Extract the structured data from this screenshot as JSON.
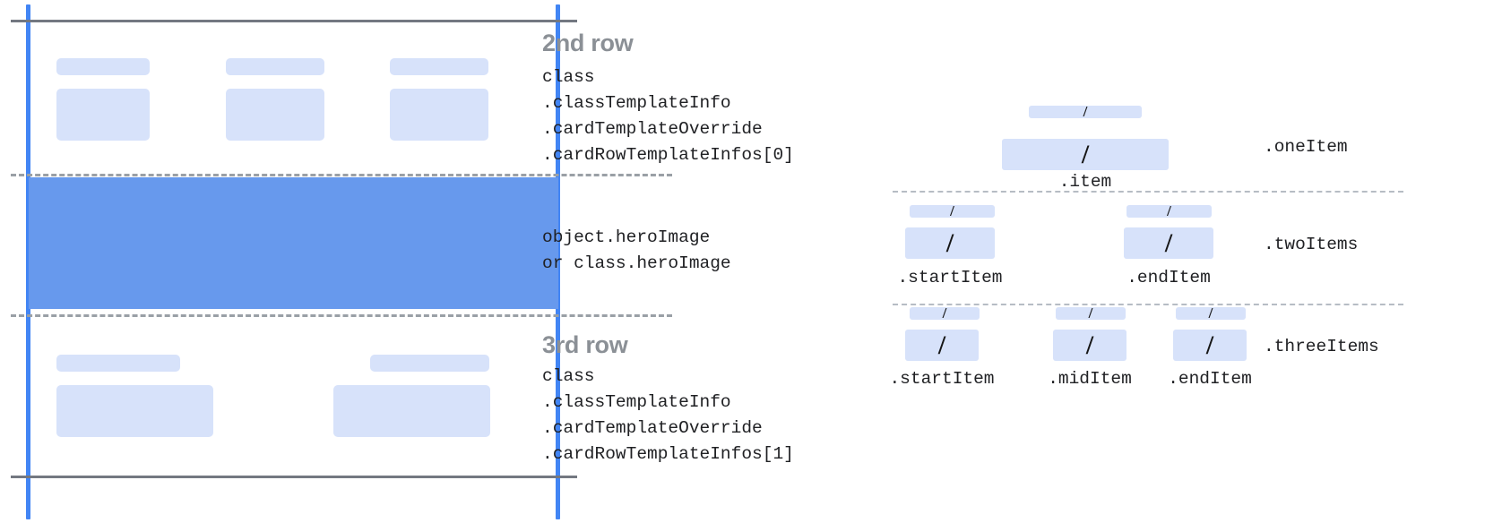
{
  "left_panel": {
    "rows": [
      {
        "title": "2nd row",
        "code": "class\n.classTemplateInfo\n.cardTemplateOverride\n.cardRowTemplateInfos[0]",
        "cells": 3
      },
      {
        "title": "",
        "code": "object.heroImage\nor class.heroImage",
        "cells": 0
      },
      {
        "title": "3rd row",
        "code": "class\n.classTemplateInfo\n.cardTemplateOverride\n.cardRowTemplateInfos[1]",
        "cells": 2
      }
    ],
    "colors": {
      "guide_line": "#4285F4",
      "boundary_line": "#737881",
      "divider_dashed": "#9aa0a6",
      "placeholder": "#D7E2FA",
      "hero_image": "#6799ED",
      "row_title_text": "#8b9096",
      "code_text": "#202124"
    }
  },
  "right_panel": {
    "groups": [
      {
        "name": ".oneItem",
        "items": [
          {
            "label": ".item",
            "glyph": "/"
          }
        ]
      },
      {
        "name": ".twoItems",
        "items": [
          {
            "label": ".startItem",
            "glyph": "/"
          },
          {
            "label": ".endItem",
            "glyph": "/"
          }
        ]
      },
      {
        "name": ".threeItems",
        "items": [
          {
            "label": ".startItem",
            "glyph": "/"
          },
          {
            "label": ".midItem",
            "glyph": "/"
          },
          {
            "label": ".endItem",
            "glyph": "/"
          }
        ]
      }
    ]
  }
}
